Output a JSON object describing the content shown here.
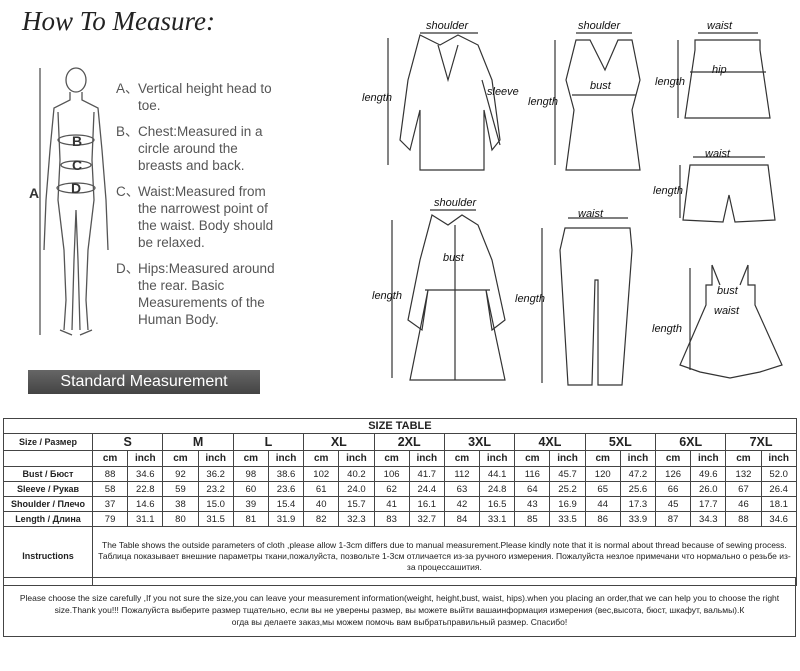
{
  "page_title": "How To Measure:",
  "body_labels": {
    "a": "A",
    "b": "B",
    "c": "C",
    "d": "D"
  },
  "measure_items": [
    {
      "letter": "A、",
      "text": "Vertical height head to toe."
    },
    {
      "letter": "B、",
      "text": "Chest:Measured in a circle around the breasts and back."
    },
    {
      "letter": "C、",
      "text": "Waist:Measured from the narrowest point of the waist. Body should be relaxed."
    },
    {
      "letter": "D、",
      "text": "Hips:Measured around the rear. Basic Measurements of the Human Body."
    }
  ],
  "standard_banner": "Standard Measurement",
  "garment_labels": {
    "shoulder": "shoulder",
    "length": "length",
    "sleeve": "sleeve",
    "bust": "bust",
    "waist": "waist",
    "hip": "hip"
  },
  "table": {
    "title": "SIZE TABLE",
    "size_header": "Size / Размер",
    "sizes": [
      "S",
      "M",
      "L",
      "XL",
      "2XL",
      "3XL",
      "4XL",
      "5XL",
      "6XL",
      "7XL"
    ],
    "units": [
      "cm",
      "inch"
    ],
    "rows": [
      {
        "label": "Bust / Бюст",
        "values": [
          "88",
          "34.6",
          "92",
          "36.2",
          "98",
          "38.6",
          "102",
          "40.2",
          "106",
          "41.7",
          "112",
          "44.1",
          "116",
          "45.7",
          "120",
          "47.2",
          "126",
          "49.6",
          "132",
          "52.0"
        ]
      },
      {
        "label": "Sleeve / Рукав",
        "values": [
          "58",
          "22.8",
          "59",
          "23.2",
          "60",
          "23.6",
          "61",
          "24.0",
          "62",
          "24.4",
          "63",
          "24.8",
          "64",
          "25.2",
          "65",
          "25.6",
          "66",
          "26.0",
          "67",
          "26.4"
        ]
      },
      {
        "label": "Shoulder / Плечо",
        "values": [
          "37",
          "14.6",
          "38",
          "15.0",
          "39",
          "15.4",
          "40",
          "15.7",
          "41",
          "16.1",
          "42",
          "16.5",
          "43",
          "16.9",
          "44",
          "17.3",
          "45",
          "17.7",
          "46",
          "18.1"
        ]
      },
      {
        "label": "Length / Длина",
        "values": [
          "79",
          "31.1",
          "80",
          "31.5",
          "81",
          "31.9",
          "82",
          "32.3",
          "83",
          "32.7",
          "84",
          "33.1",
          "85",
          "33.5",
          "86",
          "33.9",
          "87",
          "34.3",
          "88",
          "34.6"
        ]
      }
    ],
    "instructions_label": "Instructions",
    "instructions_text": "The Table shows the outside parameters of cloth ,please allow 1-3cm differs due to manual measurement.Please kindly note that it is normal about thread because of sewing process.      Таблица показывает внешние параметры ткани,пожалуйста, позвольте 1-3см отличается из-за ручного измерения.      Пожалуйста незлое примечани что нормально о резьбе из-за процессашития."
  },
  "notice": {
    "line1": "Please choose the size carefully ,If you not sure the size,you can leave your measurement information(weight, height,bust, waist, hips).when you placing an order,that we can help you to choose the right",
    "line2": "size.Thank you!!!       Пожалуйста выберите размер тщательно, если вы не уверены размер, вы можете выйти вашаинформация измерения      (вес,высота, бюст, шкафут, вальмы).К",
    "line3": "огда вы делаете заказ,мы можем помочь вам выбратьправильный размер.          Спасибо!"
  }
}
